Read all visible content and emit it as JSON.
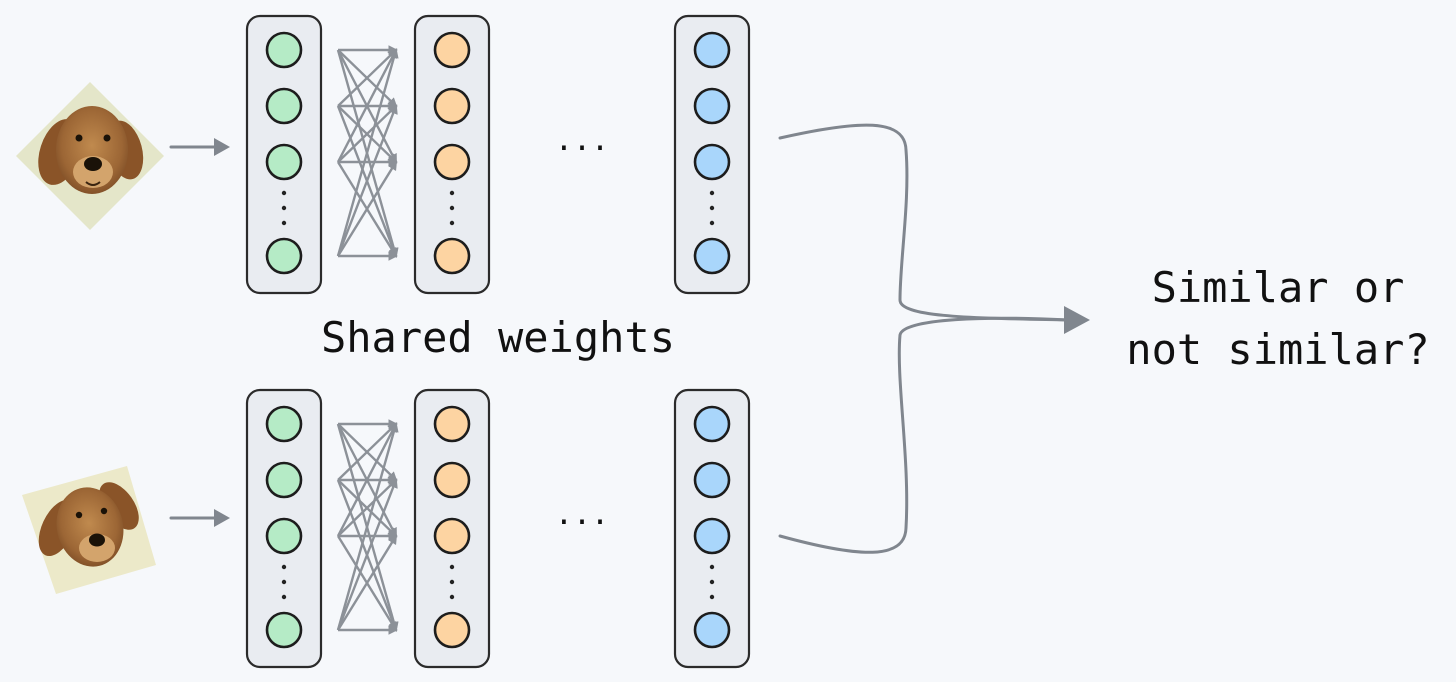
{
  "diagram": {
    "center_label": "Shared weights",
    "output_label_line1": "Similar or",
    "output_label_line2": "not similar?",
    "ellipsis": "...",
    "colors": {
      "background": "#f6f8fb",
      "layer_box": "#e9ecf1",
      "input_nodes": "#b5ebc6",
      "hidden_nodes": "#fdd4a2",
      "output_nodes": "#a9d6fb",
      "arrows": "#80868e"
    },
    "branches": [
      {
        "name": "top-branch",
        "input_image": "golden-retriever-photo-icon",
        "layers": [
          "input-layer",
          "hidden-layer",
          "embedding-layer"
        ]
      },
      {
        "name": "bottom-branch",
        "input_image": "golden-retriever-photo-icon",
        "layers": [
          "input-layer",
          "hidden-layer",
          "embedding-layer"
        ]
      }
    ]
  }
}
